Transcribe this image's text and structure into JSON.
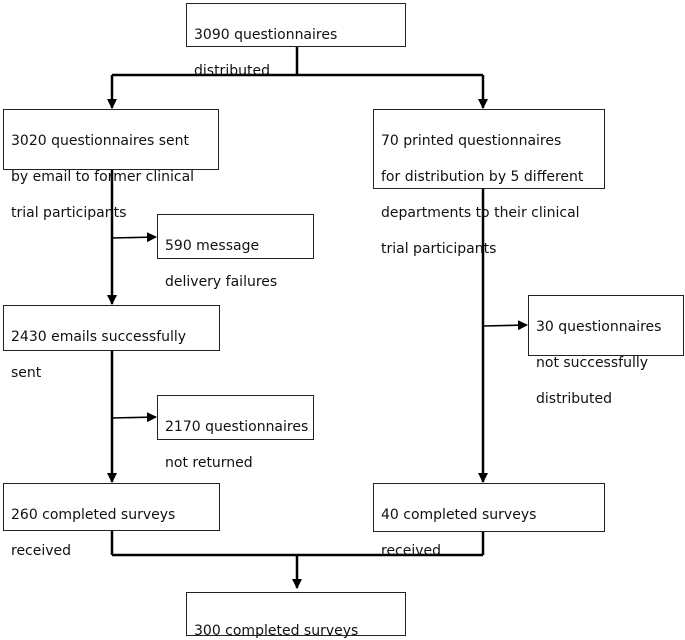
{
  "flowchart": {
    "distributed": [
      "3090 questionnaires",
      "distributed"
    ],
    "email_sent": [
      "3020 questionnaires sent",
      "by email to former clinical",
      "trial participants"
    ],
    "printed": [
      "70 printed questionnaires",
      "for distribution by 5 different",
      "departments to their clinical",
      "trial participants"
    ],
    "delivery_failures": [
      "590 message",
      "delivery failures"
    ],
    "emails_sent_ok": [
      "2430 emails successfully",
      "sent"
    ],
    "not_distributed": [
      "30 questionnaires",
      "not successfully",
      "distributed"
    ],
    "not_returned": [
      "2170 questionnaires",
      "not returned"
    ],
    "email_completed": [
      "260 completed surveys",
      "received"
    ],
    "printed_completed": [
      "40 completed surveys",
      "received"
    ],
    "total_completed": [
      "300 completed surveys"
    ]
  }
}
